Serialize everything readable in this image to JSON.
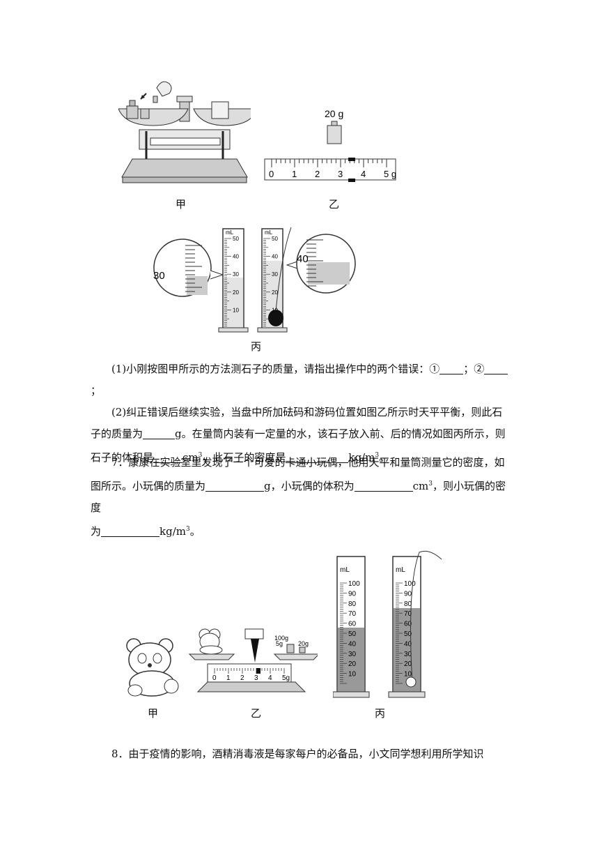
{
  "figure1": {
    "captions": {
      "a": "甲",
      "b": "乙",
      "c": "丙"
    },
    "weight_label": "20 g",
    "ruler_ticks": [
      "0",
      "1",
      "2",
      "3",
      "4",
      "5 g"
    ],
    "balance_ruler_small": [
      "0",
      "1",
      "2",
      "3",
      "4",
      "5 g"
    ],
    "cylinder_unit": "mL",
    "cylinder_ticks": [
      "50",
      "40",
      "30",
      "20",
      "10"
    ],
    "zoom_left_label": "30",
    "zoom_right_label": "40"
  },
  "q6": {
    "p1": {
      "text": "(1)小刚按图甲所示的方法测石子的质量，请指出操作中的两个错误：①",
      "mid": "；②",
      "end": "；"
    },
    "p2a": "(2)纠正错误后继续实验，当盘中所加砝码和游码位置如图乙所示时天平平衡，则此石",
    "p2b": "子的质量为",
    "p2c": "g。在量筒内装有一定量的水，该石子放入前、后的情况如图丙所示，则",
    "p3a": "石子的体积是",
    "p3b": "cm",
    "p3c": "，此石子的密度是",
    "p3d": "kg/m",
    "p3e": "。"
  },
  "q7": {
    "l1": "7．康康在实验室里发现了一个可爱的卡通小玩偶，他用天平和量筒测量它的密度，如",
    "l2a": "图所示。小玩偶的质量为",
    "l2b": "g，小玩偶的体积为",
    "l2c": "cm",
    "l2d": "，则小玩偶的密度",
    "l3a": "为",
    "l3b": "kg/m",
    "l3c": "。",
    "sup": "3"
  },
  "figure2": {
    "captions": {
      "a": "甲",
      "b": "乙",
      "c": "丙"
    },
    "weights": [
      "100g",
      "5g",
      "20g"
    ],
    "ruler": [
      "0",
      "1",
      "2",
      "3",
      "4",
      "5g"
    ],
    "cylinder_unit": "mL",
    "cylinder_ticks": [
      "100",
      "90",
      "80",
      "70",
      "60",
      "50",
      "40",
      "30",
      "20",
      "10"
    ]
  },
  "q8": {
    "l1": "8．由于疫情的影响，酒精消毒液是每家每户的必备品，小文同学想利用所学知识"
  }
}
